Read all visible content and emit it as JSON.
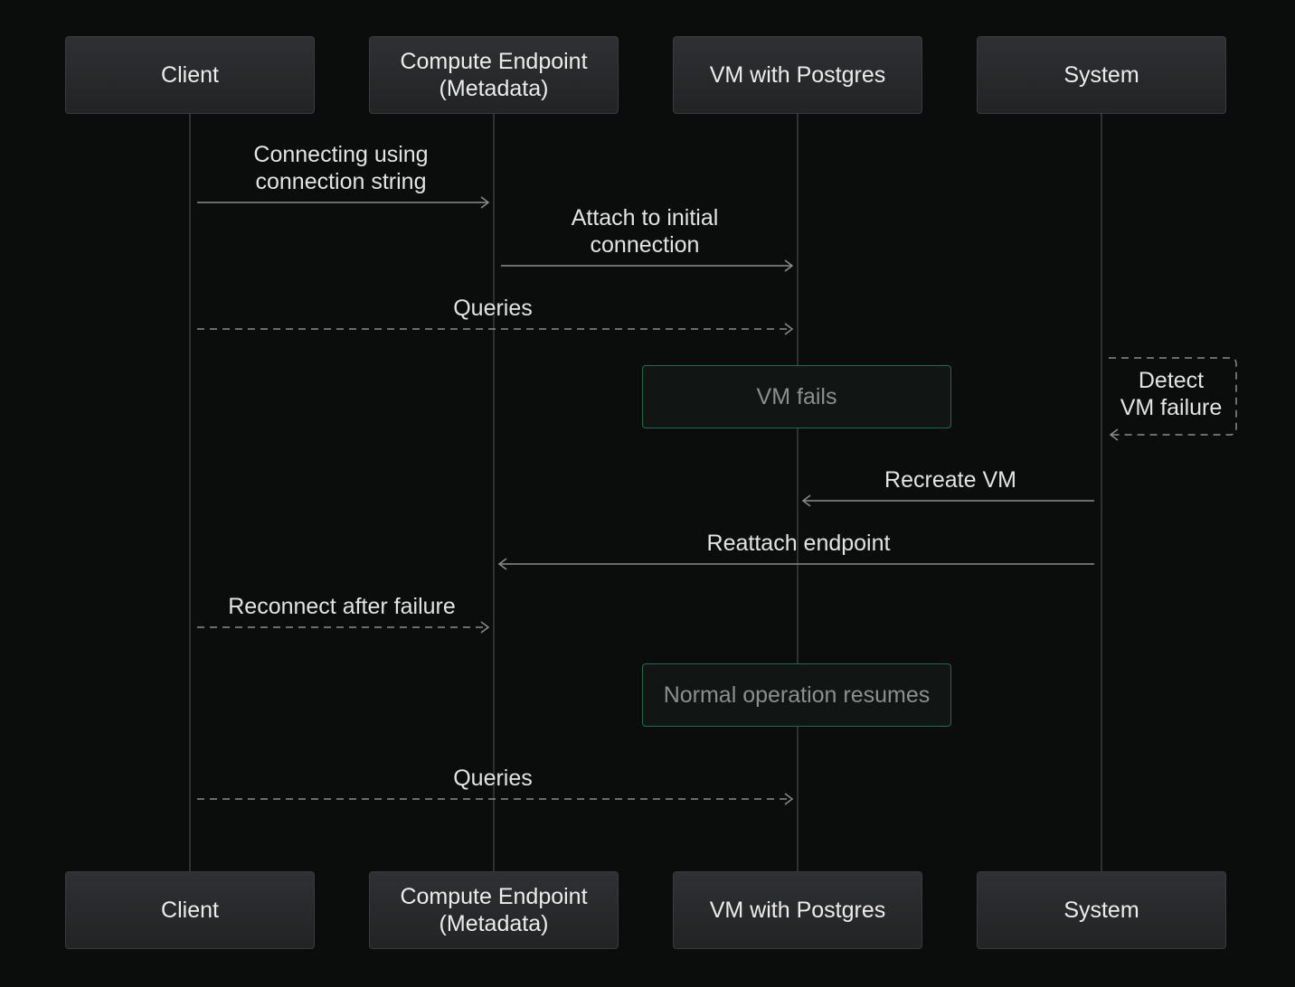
{
  "participants": [
    {
      "id": "client",
      "label": "Client"
    },
    {
      "id": "compute",
      "label": "Compute Endpoint\n(Metadata)"
    },
    {
      "id": "vm",
      "label": "VM with Postgres"
    },
    {
      "id": "system",
      "label": "System"
    }
  ],
  "messages": [
    {
      "from": "client",
      "to": "compute",
      "label": "Connecting using\nconnection string",
      "style": "solid"
    },
    {
      "from": "compute",
      "to": "vm",
      "label": "Attach to initial\nconnection",
      "style": "solid"
    },
    {
      "from": "client",
      "to": "vm",
      "label": "Queries",
      "style": "dashed"
    },
    {
      "from": "system",
      "to": "vm",
      "label": "Recreate VM",
      "style": "solid"
    },
    {
      "from": "system",
      "to": "compute",
      "label": "Reattach endpoint",
      "style": "solid"
    },
    {
      "from": "client",
      "to": "compute",
      "label": "Reconnect after failure",
      "style": "dashed"
    },
    {
      "from": "client",
      "to": "vm",
      "label": "Queries",
      "style": "dashed"
    }
  ],
  "self_message": {
    "participant": "system",
    "label": "Detect\nVM failure",
    "style": "dashed"
  },
  "notes": [
    {
      "over": "vm",
      "label": "VM fails"
    },
    {
      "over": "vm",
      "label": "Normal operation resumes"
    }
  ],
  "colors": {
    "background": "#0b0c0c",
    "participant_fill": "#2a2b2d",
    "participant_border": "#3a3b3d",
    "lifeline": "#3c3d3f",
    "arrow": "#8a8b8d",
    "note_border": "#1f6b4f",
    "note_fill": "#111514",
    "note_text": "#8b8f8e",
    "text": "#e3e3e3"
  }
}
